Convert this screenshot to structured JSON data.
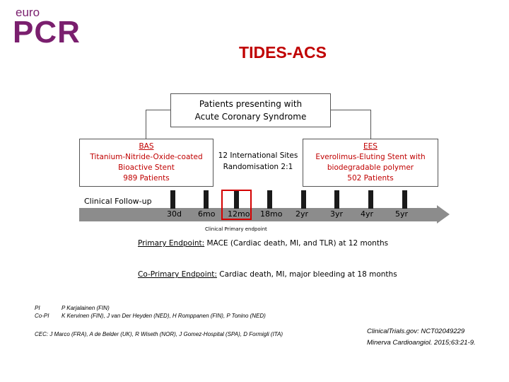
{
  "logo": {
    "top": "euro",
    "main": "PCR"
  },
  "title": "TIDES-ACS",
  "diagram": {
    "top_box": {
      "line1": "Patients presenting with",
      "line2": "Acute Coronary Syndrome"
    },
    "bas_box": {
      "line1": "BAS",
      "line2": "Titanium-Nitride-Oxide-coated",
      "line3": "Bioactive Stent",
      "line4": "989 Patients"
    },
    "middle": {
      "line1": "12 International Sites",
      "line2": "Randomisation 2:1"
    },
    "ees_box": {
      "line1": "EES",
      "line2": "Everolimus-Eluting Stent with",
      "line3": "biodegradable polymer",
      "line4": "502 Patients"
    },
    "box_color": "#c00000"
  },
  "followup": {
    "label": "Clinical Follow-up",
    "timepoints": [
      "30d",
      "6mo",
      "12mo",
      "18mo",
      "2yr",
      "3yr",
      "4yr",
      "5yr"
    ],
    "highlight": "12mo",
    "primary_note": "Clinical Primary endpoint"
  },
  "endpoints": {
    "primary_label": "Primary Endpoint:",
    "primary_text": "MACE (Cardiac death, MI, and TLR) at 12 months",
    "coprimary_label": "Co-Primary Endpoint:",
    "coprimary_text": "Cardiac death, MI, major bleeding at 18 months"
  },
  "investigators": {
    "pi_role": "PI",
    "pi_names": "P Karjalainen (FIN)",
    "copi_role": "Co-PI",
    "copi_names": "K Kervinen (FIN), J van Der Heyden (NED), H Romppanen (FIN), P Tonino (NED)",
    "cec": "CEC: J Marco (FRA), A de Belder (UK), R Wiseth (NOR), J Gomez-Hospital (SPA), D Formigli (ITA)"
  },
  "references": {
    "line1": "ClinicalTrials.gov: NCT02049229",
    "line2": "Minerva Cardioangiol. 2015;63:21-9."
  }
}
